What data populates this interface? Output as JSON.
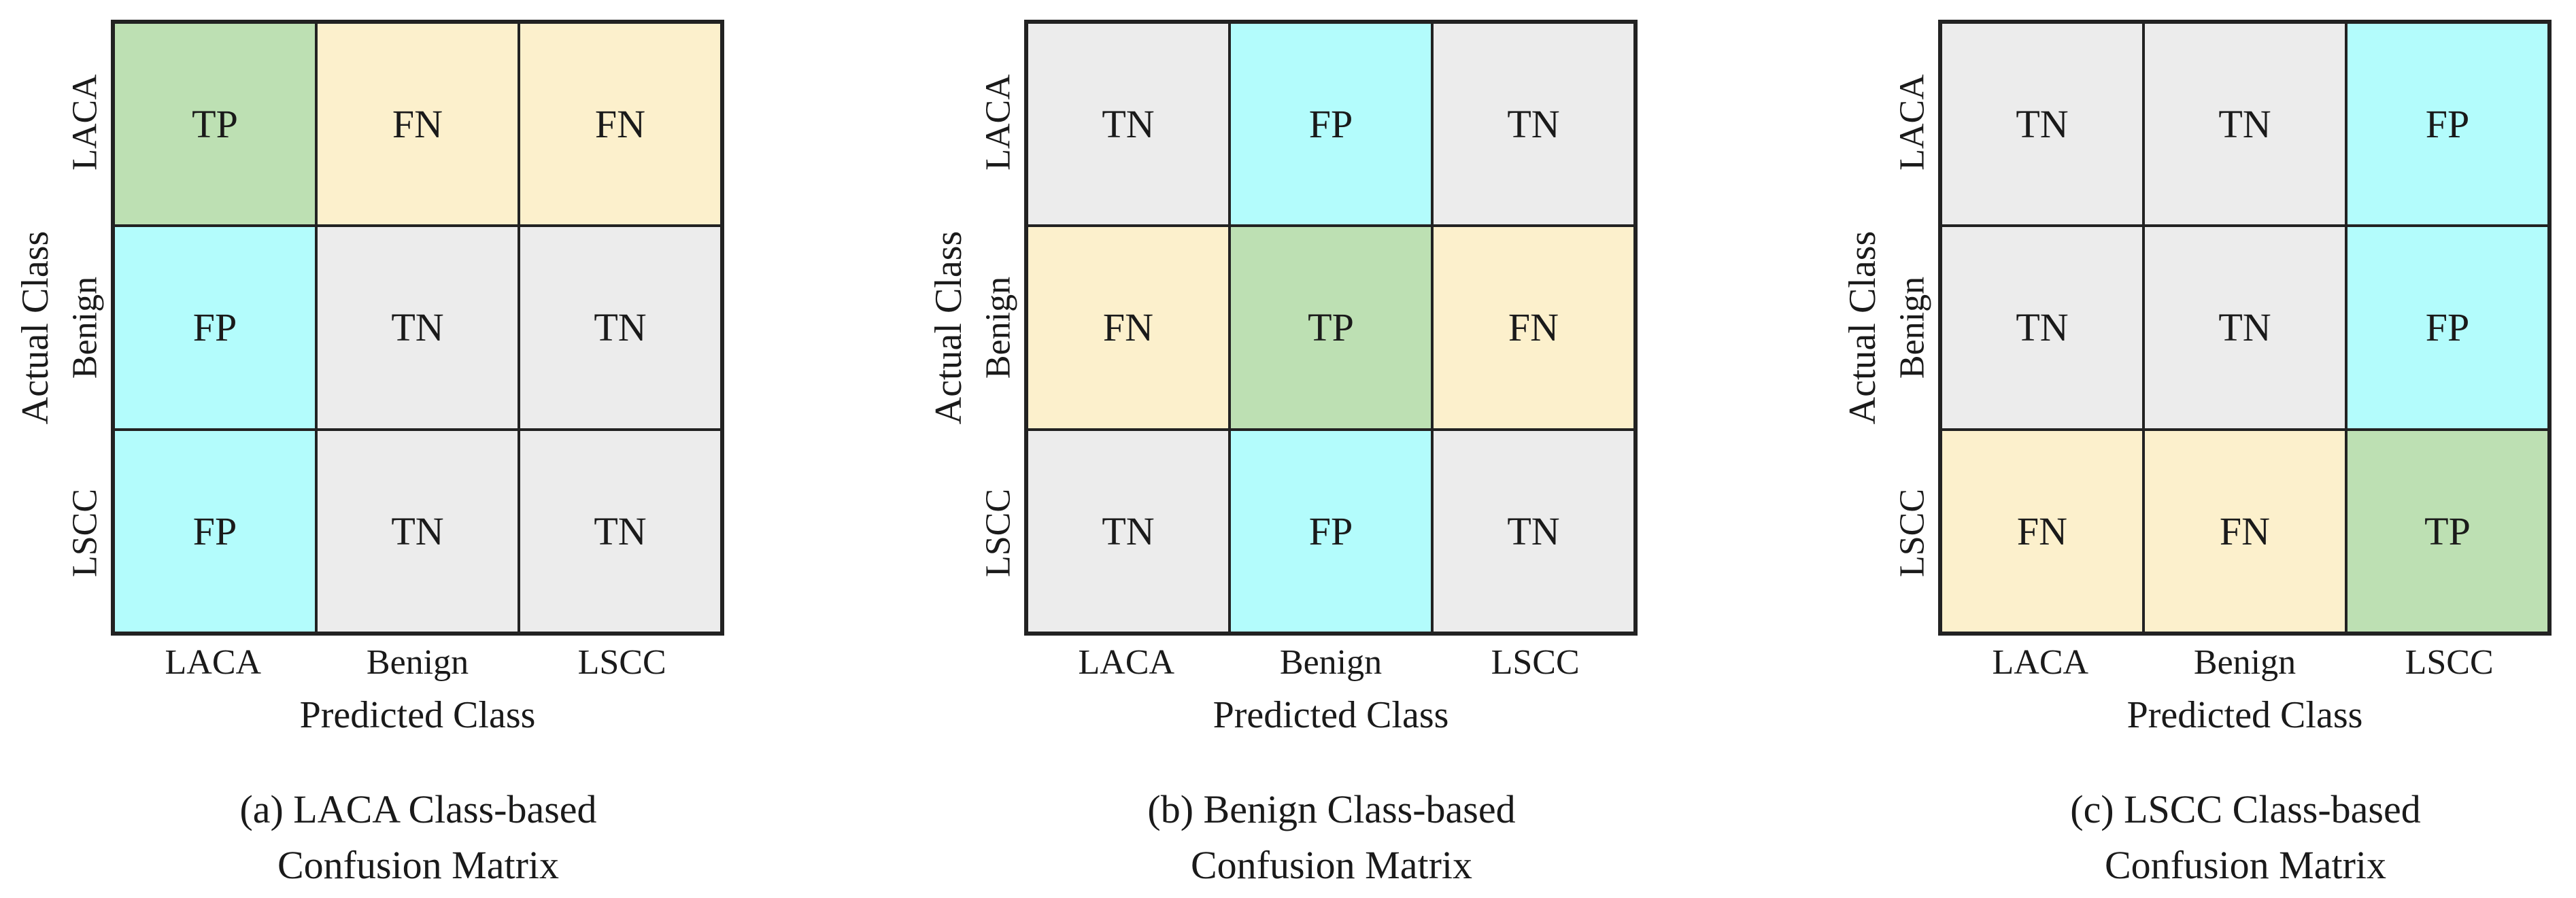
{
  "colors": {
    "TP": "#bde0b3",
    "FN": "#fcf0cc",
    "FP": "#b3fcfc",
    "TN": "#ececec"
  },
  "panels": [
    {
      "y_title": "Actual Class",
      "x_title": "Predicted Class",
      "row_labels": [
        "LACA",
        "Benign",
        "LSCC"
      ],
      "col_labels": [
        "LACA",
        "Benign",
        "LSCC"
      ],
      "cells": [
        [
          "TP",
          "FN",
          "FN"
        ],
        [
          "FP",
          "TN",
          "TN"
        ],
        [
          "FP",
          "TN",
          "TN"
        ]
      ],
      "caption_line1": "(a) LACA Class-based",
      "caption_line2": "Confusion Matrix"
    },
    {
      "y_title": "Actual Class",
      "x_title": "Predicted Class",
      "row_labels": [
        "LACA",
        "Benign",
        "LSCC"
      ],
      "col_labels": [
        "LACA",
        "Benign",
        "LSCC"
      ],
      "cells": [
        [
          "TN",
          "FP",
          "TN"
        ],
        [
          "FN",
          "TP",
          "FN"
        ],
        [
          "TN",
          "FP",
          "TN"
        ]
      ],
      "caption_line1": "(b) Benign Class-based",
      "caption_line2": "Confusion Matrix"
    },
    {
      "y_title": "Actual Class",
      "x_title": "Predicted Class",
      "row_labels": [
        "LACA",
        "Benign",
        "LSCC"
      ],
      "col_labels": [
        "LACA",
        "Benign",
        "LSCC"
      ],
      "cells": [
        [
          "TN",
          "TN",
          "FP"
        ],
        [
          "TN",
          "TN",
          "FP"
        ],
        [
          "FN",
          "FN",
          "TP"
        ]
      ],
      "caption_line1": "(c) LSCC Class-based",
      "caption_line2": "Confusion Matrix"
    }
  ]
}
